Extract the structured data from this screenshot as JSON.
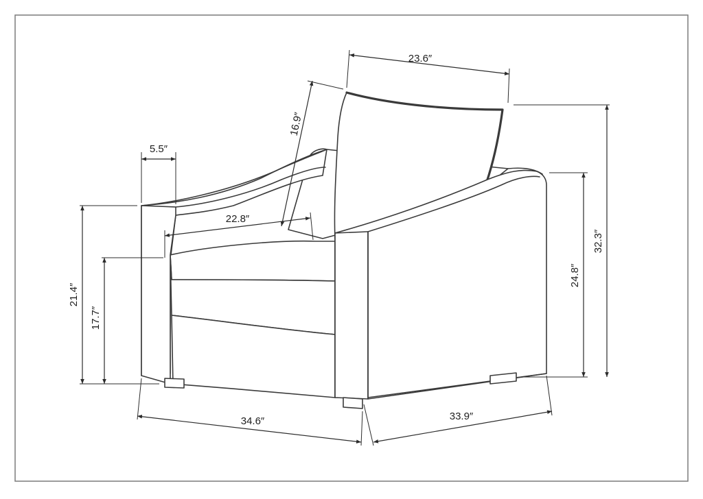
{
  "dimensions": {
    "back_width": "23.6″",
    "back_height": "16.9″",
    "arm_width": "5.5″",
    "seat_depth": "22.8″",
    "arm_height": "21.4″",
    "seat_height": "17.7″",
    "side_height": "24.8″",
    "total_height": "32.3″",
    "front_width": "34.6″",
    "side_depth": "33.9″"
  },
  "colors": {
    "line": "#3a3a3a",
    "frame": "#7a7a7a",
    "background": "#ffffff"
  }
}
